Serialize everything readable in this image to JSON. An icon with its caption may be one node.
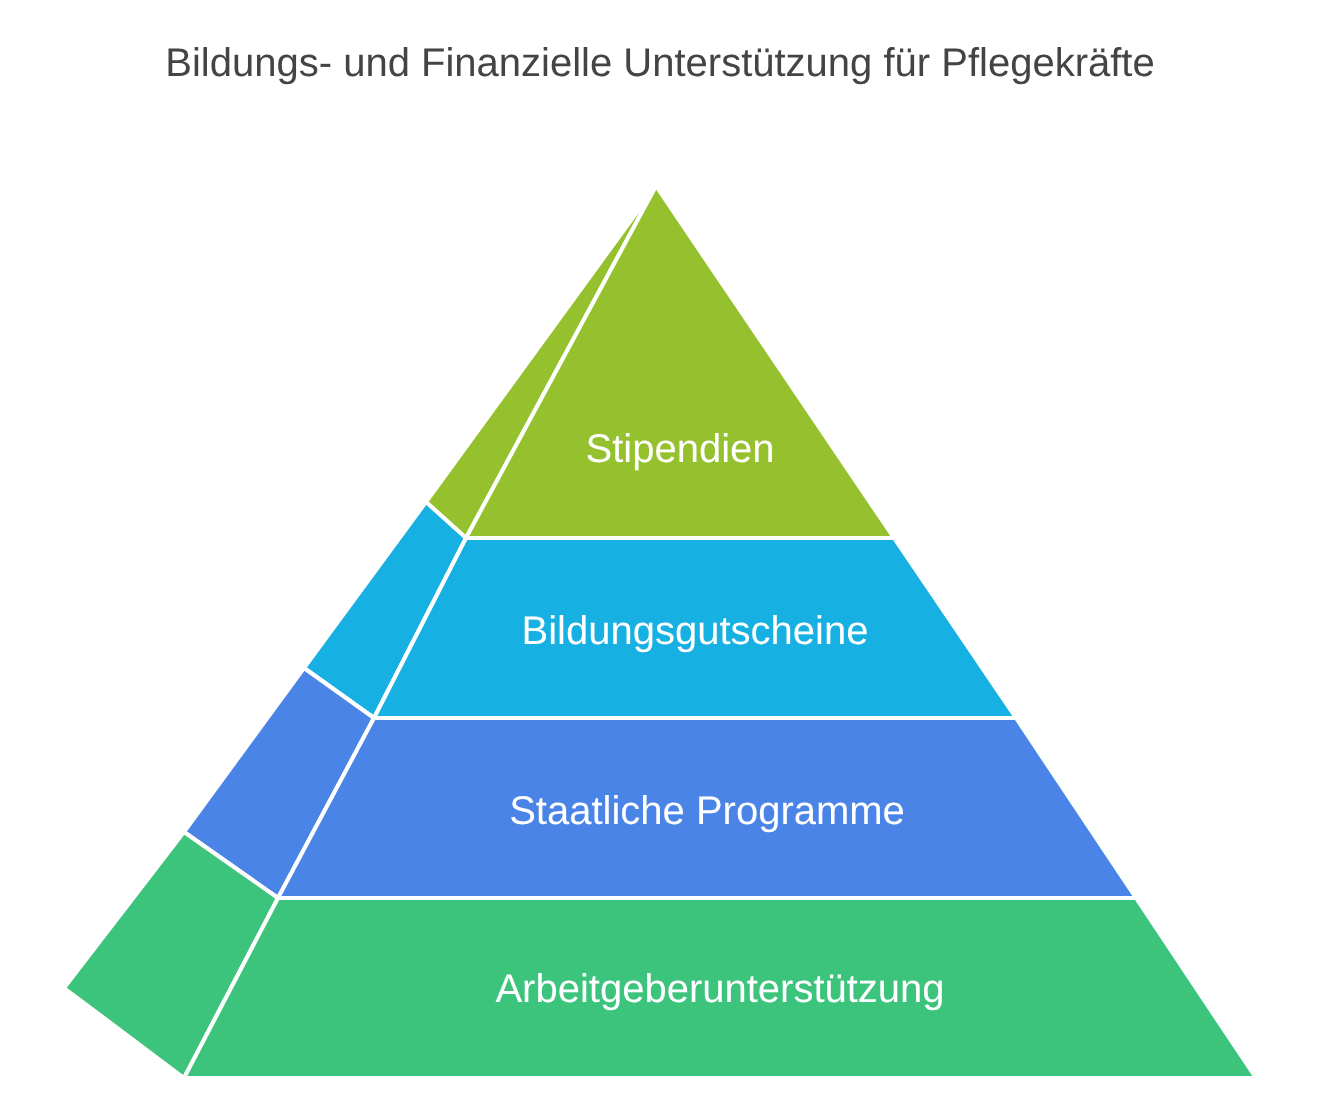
{
  "diagram": {
    "title": "Bildungs- und Finanzielle Unterstützung für Pflegekräfte",
    "nodes": [
      {
        "text": [
          "Stipendien"
        ]
      },
      {
        "text": [
          "Bildungsgutscheine"
        ]
      },
      {
        "text": [
          "Staatliche Programme"
        ]
      },
      {
        "text": [
          "Arbeitgeberunterstützung"
        ]
      }
    ]
  }
}
